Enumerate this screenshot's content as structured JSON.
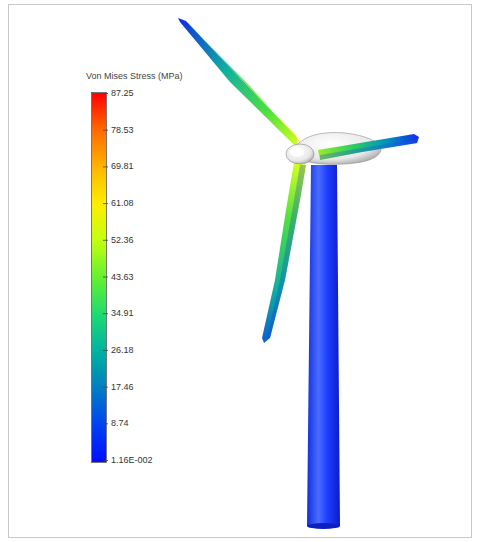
{
  "diagram": {
    "labels": [
      "Von Mises Stress (MPa)"
    ],
    "legend": [
      {
        "text": "87.25",
        "color": "#ff0000"
      },
      {
        "text": "78.53",
        "color": "#ff6a00"
      },
      {
        "text": "69.81",
        "color": "#ffb400"
      },
      {
        "text": "61.08",
        "color": "#ffee00"
      },
      {
        "text": "52.36",
        "color": "#c4ff10"
      },
      {
        "text": "43.63",
        "color": "#66f030"
      },
      {
        "text": "34.91",
        "color": "#1edc70"
      },
      {
        "text": "26.18",
        "color": "#00b4a0"
      },
      {
        "text": "17.46",
        "color": "#0080c0"
      },
      {
        "text": "8.74",
        "color": "#0044f0"
      },
      {
        "text": "1.16E-002",
        "color": "#0010ff"
      }
    ]
  }
}
